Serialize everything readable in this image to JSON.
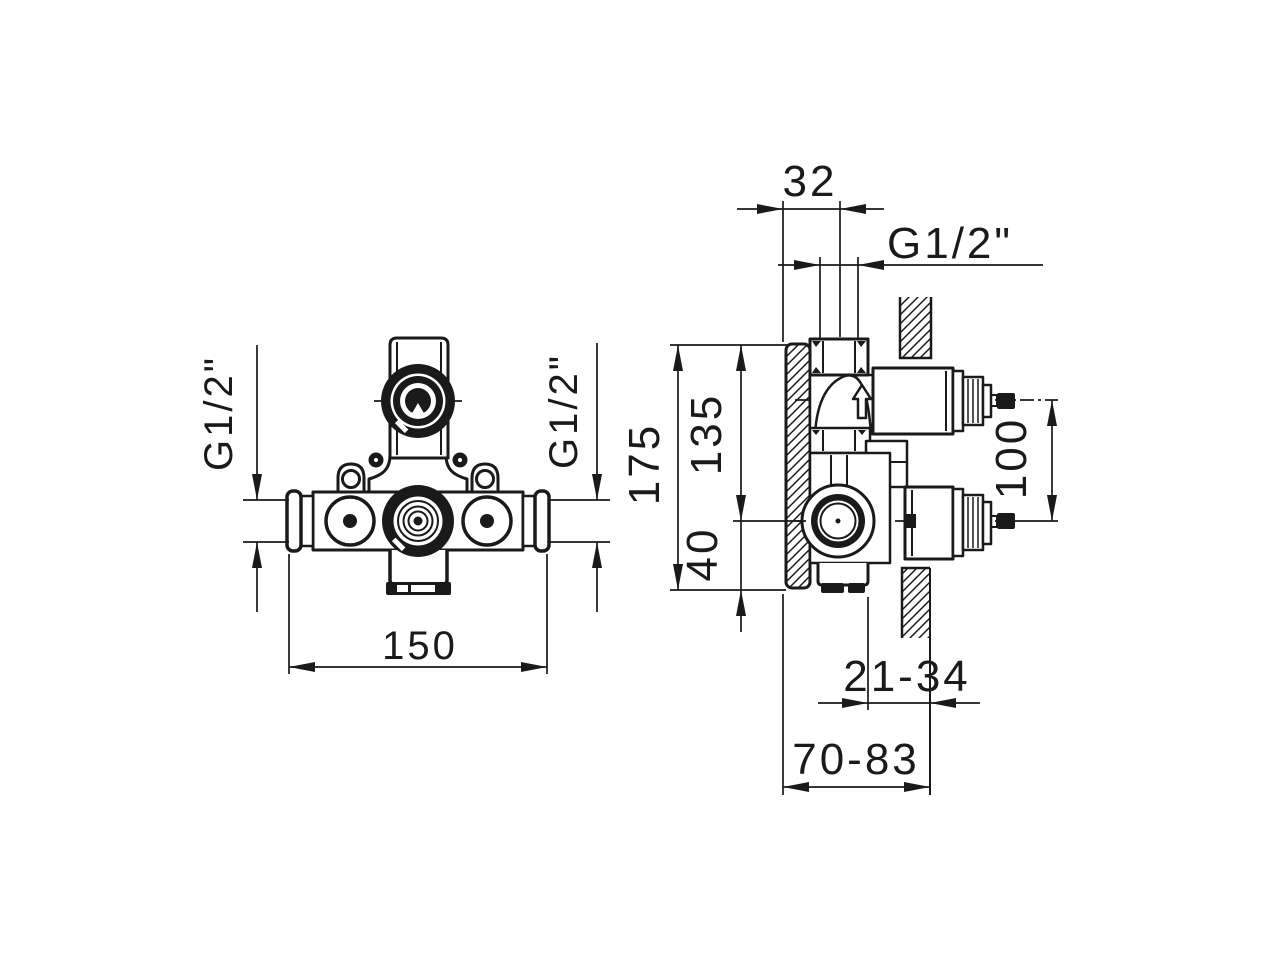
{
  "front_view": {
    "port_left": "G1/2\"",
    "port_right": "G1/2\"",
    "width": "150"
  },
  "side_view": {
    "inlet_offset": "32",
    "port_top": "G1/2\"",
    "height_total": "175",
    "height_upper": "135",
    "height_lower": "40",
    "port_spacing": "100",
    "recess_range": "21-34",
    "depth_range": "70-83"
  },
  "colors": {
    "line": "#1a1a1a",
    "background": "#ffffff"
  }
}
